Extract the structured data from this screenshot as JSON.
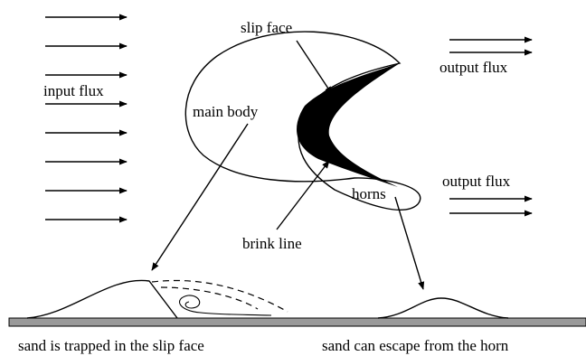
{
  "labels": {
    "input_flux": "input flux",
    "slip_face": "slip face",
    "main_body": "main body",
    "output_flux_top": "output flux",
    "output_flux_bottom": "output flux",
    "horns": "horns",
    "brink_line": "brink line",
    "caption_left": "sand is trapped in the slip face",
    "caption_right": "sand can escape from the horn"
  },
  "colors": {
    "ink": "#000000",
    "ground_fill": "#999999",
    "background": "#ffffff"
  }
}
